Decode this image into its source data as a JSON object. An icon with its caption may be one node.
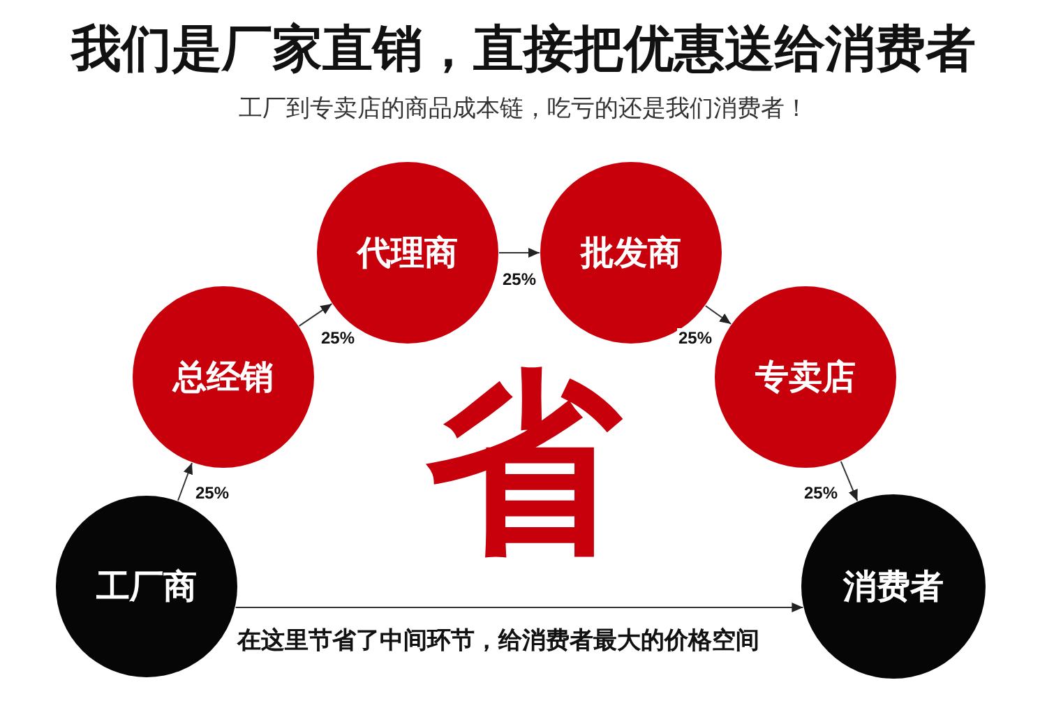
{
  "diagram": {
    "title": "我们是厂家直销，直接把优惠送给消费者",
    "nodes": [
      {
        "text": [
          "工厂商"
        ]
      },
      {
        "text": [
          "总经销"
        ]
      },
      {
        "text": [
          "代理商"
        ]
      },
      {
        "text": [
          "批发商"
        ]
      },
      {
        "text": [
          "专卖店"
        ]
      },
      {
        "text": [
          "消费者"
        ]
      }
    ],
    "edges": [
      {
        "from": 0,
        "to": 1,
        "arrow": "to",
        "label": "25%"
      },
      {
        "from": 1,
        "to": 2,
        "arrow": "to",
        "label": "25%"
      },
      {
        "from": 2,
        "to": 3,
        "arrow": "to",
        "label": "25%"
      },
      {
        "from": 3,
        "to": 4,
        "arrow": "to",
        "label": "25%"
      },
      {
        "from": 4,
        "to": 5,
        "arrow": "to",
        "label": "25%"
      },
      {
        "from": 0,
        "to": 5,
        "arrow": "to",
        "label": "在这里节省了中间环节，给消费者最大的价格空间"
      }
    ],
    "labels": [
      "工厂到专卖店的商品成本链，吃亏的还是我们消费者！",
      "省"
    ]
  }
}
